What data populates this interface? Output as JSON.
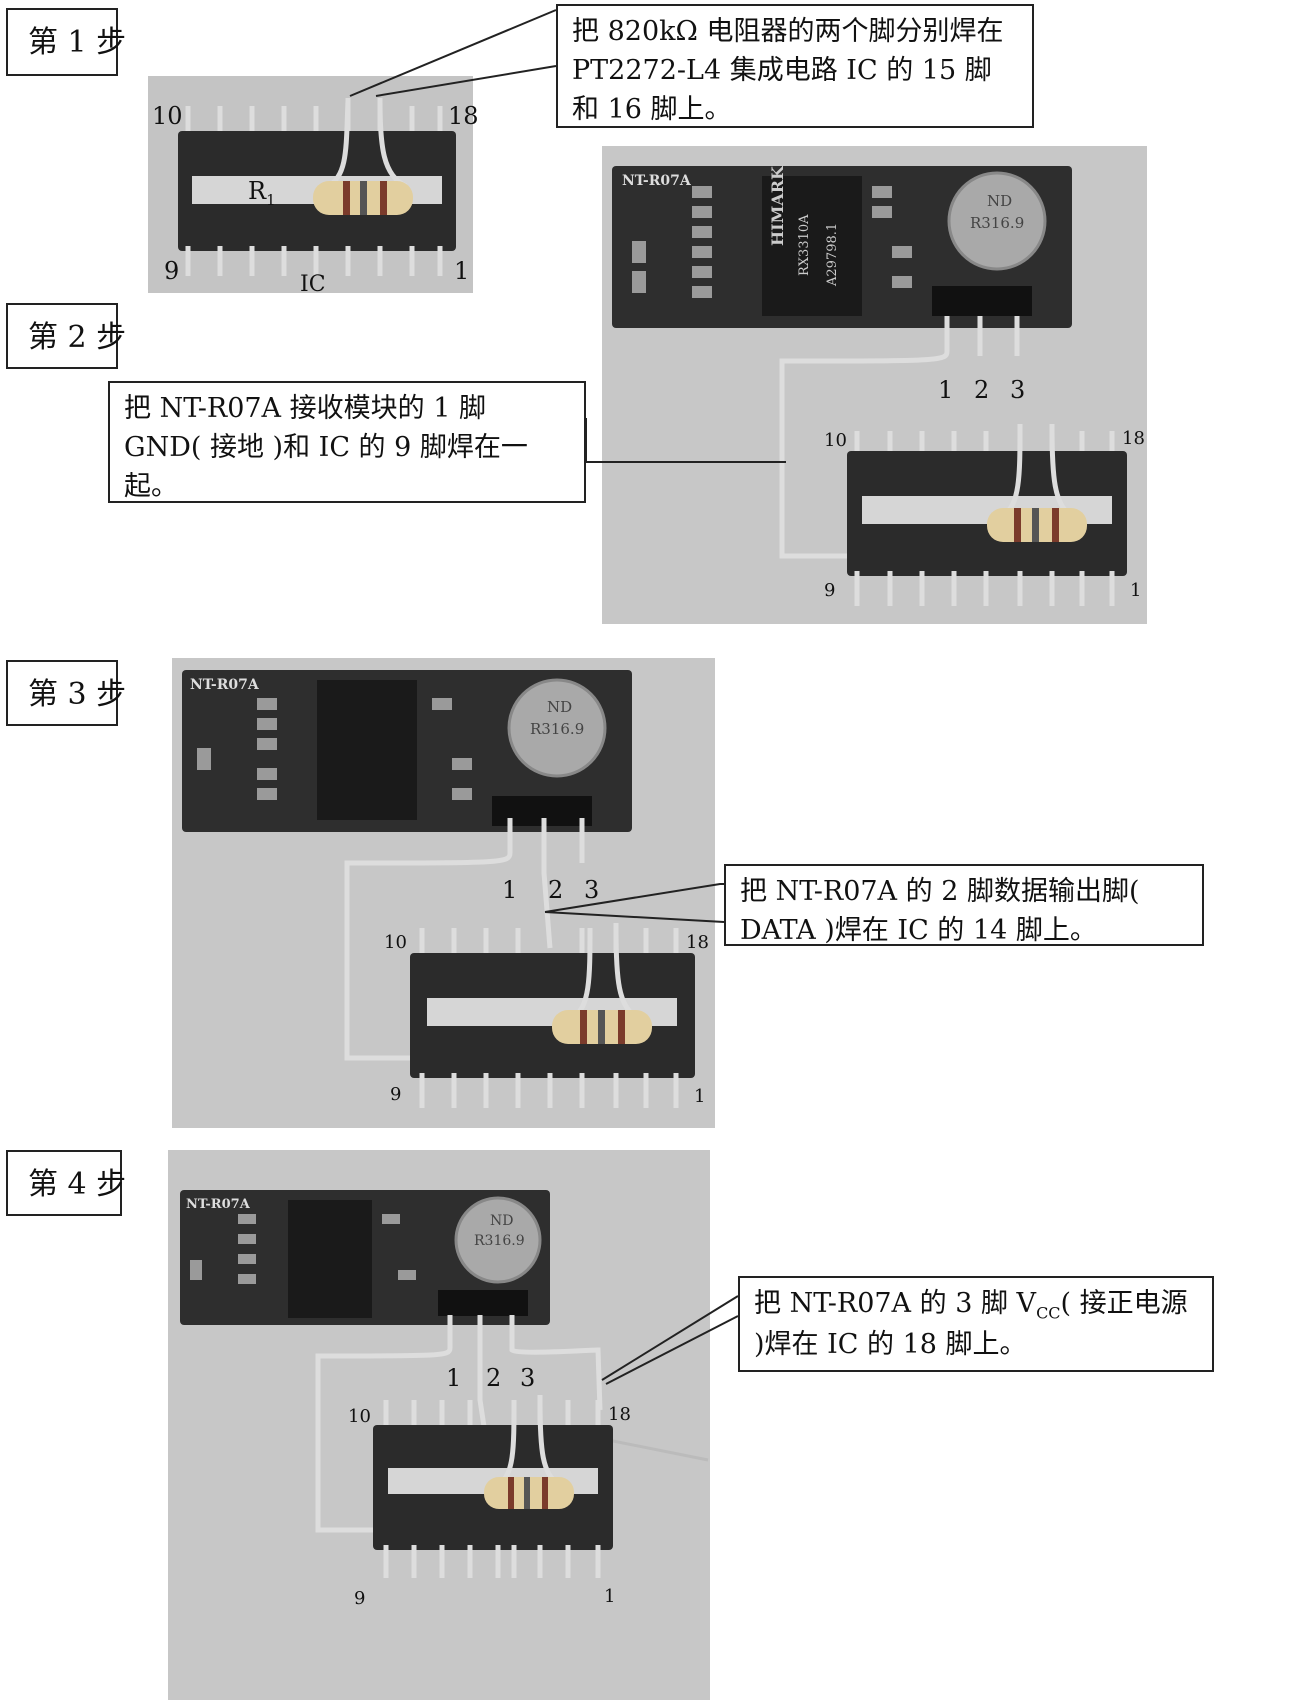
{
  "steps": [
    {
      "label": "第 1 步",
      "callout": "把 820kΩ 电阻器的两个脚分别焊在 PT2272-L4 集成电路 IC 的 15 脚和 16 脚上。",
      "pin_labels": {
        "left_top": "10",
        "right_top": "18",
        "left_bottom": "9",
        "right_bottom": "1",
        "resistor": "R",
        "resistor_sub": "1",
        "ic": "IC"
      }
    },
    {
      "label": "第 2 步",
      "callout": "把 NT-R07A 接收模块的 1 脚 GND( 接地 )和 IC 的 9 脚焊在一起。",
      "module_name": "NT-R07A",
      "chip_text": [
        "HIMARK",
        "RX3310A",
        "A29798.1"
      ],
      "can_text": [
        "ND",
        "R316.9"
      ],
      "pin_labels": {
        "p1": "1",
        "p2": "2",
        "p3": "3",
        "left_top": "10",
        "right_top": "18",
        "left_bottom": "9",
        "right_bottom": "1"
      }
    },
    {
      "label": "第 3 步",
      "callout": "把 NT-R07A 的 2 脚数据输出脚( DATA )焊在 IC 的 14 脚上。",
      "pin_labels": {
        "p1": "1",
        "p2": "2",
        "p3": "3",
        "left_top": "10",
        "right_top": "18",
        "left_bottom": "9",
        "right_bottom": "1"
      }
    },
    {
      "label": "第 4 步",
      "callout_main": "把 NT-R07A 的 3 脚 V",
      "callout_sub": "CC",
      "callout_rest": "( 接正电源 )焊在 IC 的 18 脚上。",
      "pin_labels": {
        "p1": "1",
        "p2": "2",
        "p3": "3",
        "left_top": "10",
        "right_top": "18",
        "left_bottom": "9",
        "right_bottom": "1"
      }
    }
  ]
}
